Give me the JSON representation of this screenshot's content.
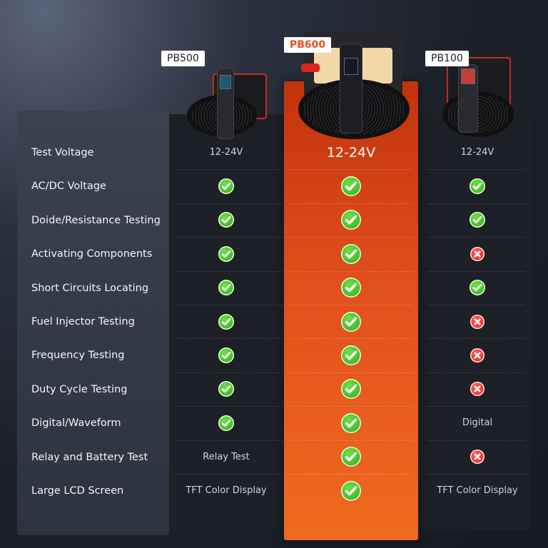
{
  "products": [
    {
      "name": "PB500",
      "highlight": false
    },
    {
      "name": "PB600",
      "highlight": true
    },
    {
      "name": "PB100",
      "highlight": false
    }
  ],
  "rows": [
    {
      "label": "Test Voltage",
      "values": [
        "12-24V",
        "12-24V",
        "12-24V"
      ]
    },
    {
      "label": "AC/DC Voltage",
      "values": [
        "check",
        "check",
        "check"
      ]
    },
    {
      "label": "Doide/Resistance Testing",
      "values": [
        "check",
        "check",
        "check"
      ]
    },
    {
      "label": "Activating Components",
      "values": [
        "check",
        "check",
        "cross"
      ]
    },
    {
      "label": "Short Circuits Locating",
      "values": [
        "check",
        "check",
        "check"
      ]
    },
    {
      "label": "Fuel Injector Testing",
      "values": [
        "check",
        "check",
        "cross"
      ]
    },
    {
      "label": "Frequency Testing",
      "values": [
        "check",
        "check",
        "cross"
      ]
    },
    {
      "label": "Duty Cycle Testing",
      "values": [
        "check",
        "check",
        "cross"
      ]
    },
    {
      "label": "Digital/Waveform",
      "values": [
        "check",
        "check",
        "Digital"
      ]
    },
    {
      "label": "Relay and Battery Test",
      "values": [
        "Relay Test",
        "check",
        "cross"
      ]
    },
    {
      "label": "Large LCD Screen",
      "values": [
        "TFT Color Display",
        "check",
        "TFT Color Display"
      ]
    }
  ],
  "colors": {
    "accent": "#e2501c",
    "check": "#3cc325",
    "cross": "#e0302a"
  },
  "icons": {
    "yes": "check-circle-icon",
    "no": "x-circle-icon"
  }
}
